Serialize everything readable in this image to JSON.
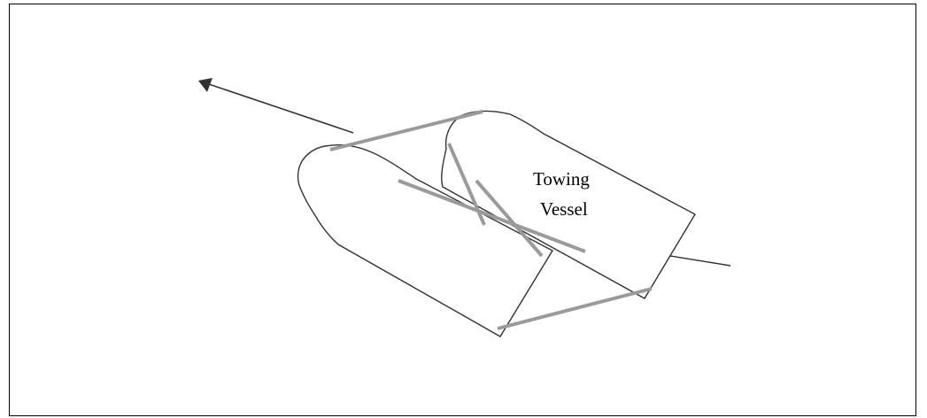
{
  "diagram": {
    "label": {
      "line1": "Towing",
      "line2": "Vessel"
    },
    "colors": {
      "outline": "#333333",
      "fender_lines": "#9a9a9a",
      "frame_border": "#000000",
      "background": "#ffffff"
    },
    "elements": {
      "heading_arrow": "direction-of-travel-arrow",
      "towed_vessel": "towed-vessel-hull-outline",
      "towing_vessel": "towing-vessel-hull-outline",
      "lines": [
        "bow-line",
        "stern-line",
        "spring-line",
        "spring-line",
        "breast-line"
      ]
    }
  }
}
